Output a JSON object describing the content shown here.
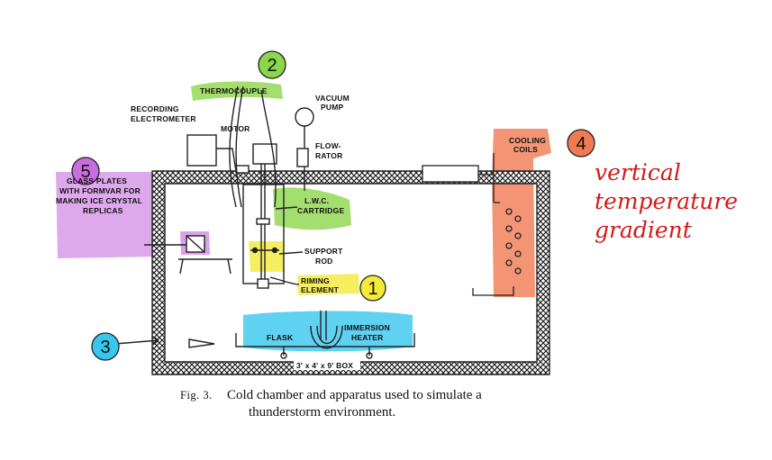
{
  "labels": {
    "recording_electrometer": [
      "RECORDING",
      "ELECTROMETER"
    ],
    "thermocouple": "THERMOCOUPLE",
    "motor": "MOTOR",
    "vacuum_pump": [
      "VACUUM",
      "PUMP"
    ],
    "flowrator": [
      "FLOW-",
      "RATOR"
    ],
    "cooling_coils": [
      "COOLING",
      "COILS"
    ],
    "lwc_cartridge": [
      "L.W.C.",
      "CARTRIDGE"
    ],
    "support_rod": [
      "SUPPORT",
      "ROD"
    ],
    "riming_element": [
      "RIMING",
      "ELEMENT"
    ],
    "glass_plates": [
      "GLASS PLATES",
      "WITH FORMVAR FOR",
      "MAKING ICE CRYSTAL",
      "REPLICAS"
    ],
    "flask": "FLASK",
    "immersion_heater": [
      "IMMERSION",
      "HEATER"
    ],
    "box": "3' x 4' x 9' BOX"
  },
  "markers": [
    "1",
    "2",
    "3",
    "4",
    "5"
  ],
  "annotation": [
    "vertical",
    "temperature",
    "gradient"
  ],
  "caption": {
    "fig": "Fig. 3.",
    "line1": "Cold chamber and apparatus used to simulate a",
    "line2": "thunderstorm environment."
  },
  "colors": {
    "yellow": "#f3ea3a",
    "green": "#8cd64a",
    "blue": "#38c6ee",
    "orange": "#f07a52",
    "purple": "#c86ee0",
    "red_text": "#d21a1a"
  }
}
